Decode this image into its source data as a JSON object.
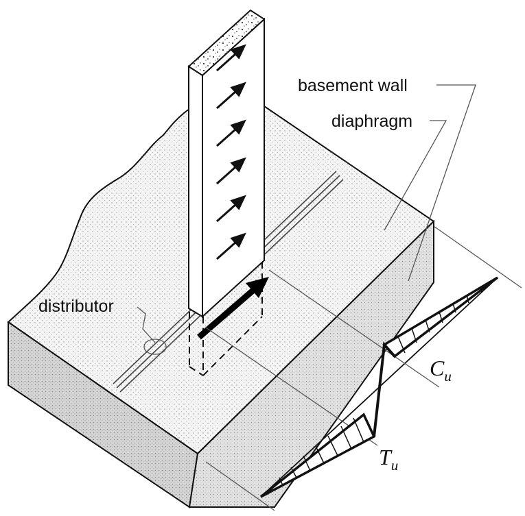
{
  "labels": {
    "basement_wall": "basement wall",
    "diaphragm": "diaphragm",
    "distributor": "distributor",
    "compression_main": "C",
    "compression_sub": "u",
    "tension_main": "T",
    "tension_sub": "u"
  },
  "colors": {
    "ink": "#111111",
    "slab_top": "#f3f3f3",
    "slab_side": "#d4d4d4",
    "paper": "#ffffff"
  }
}
